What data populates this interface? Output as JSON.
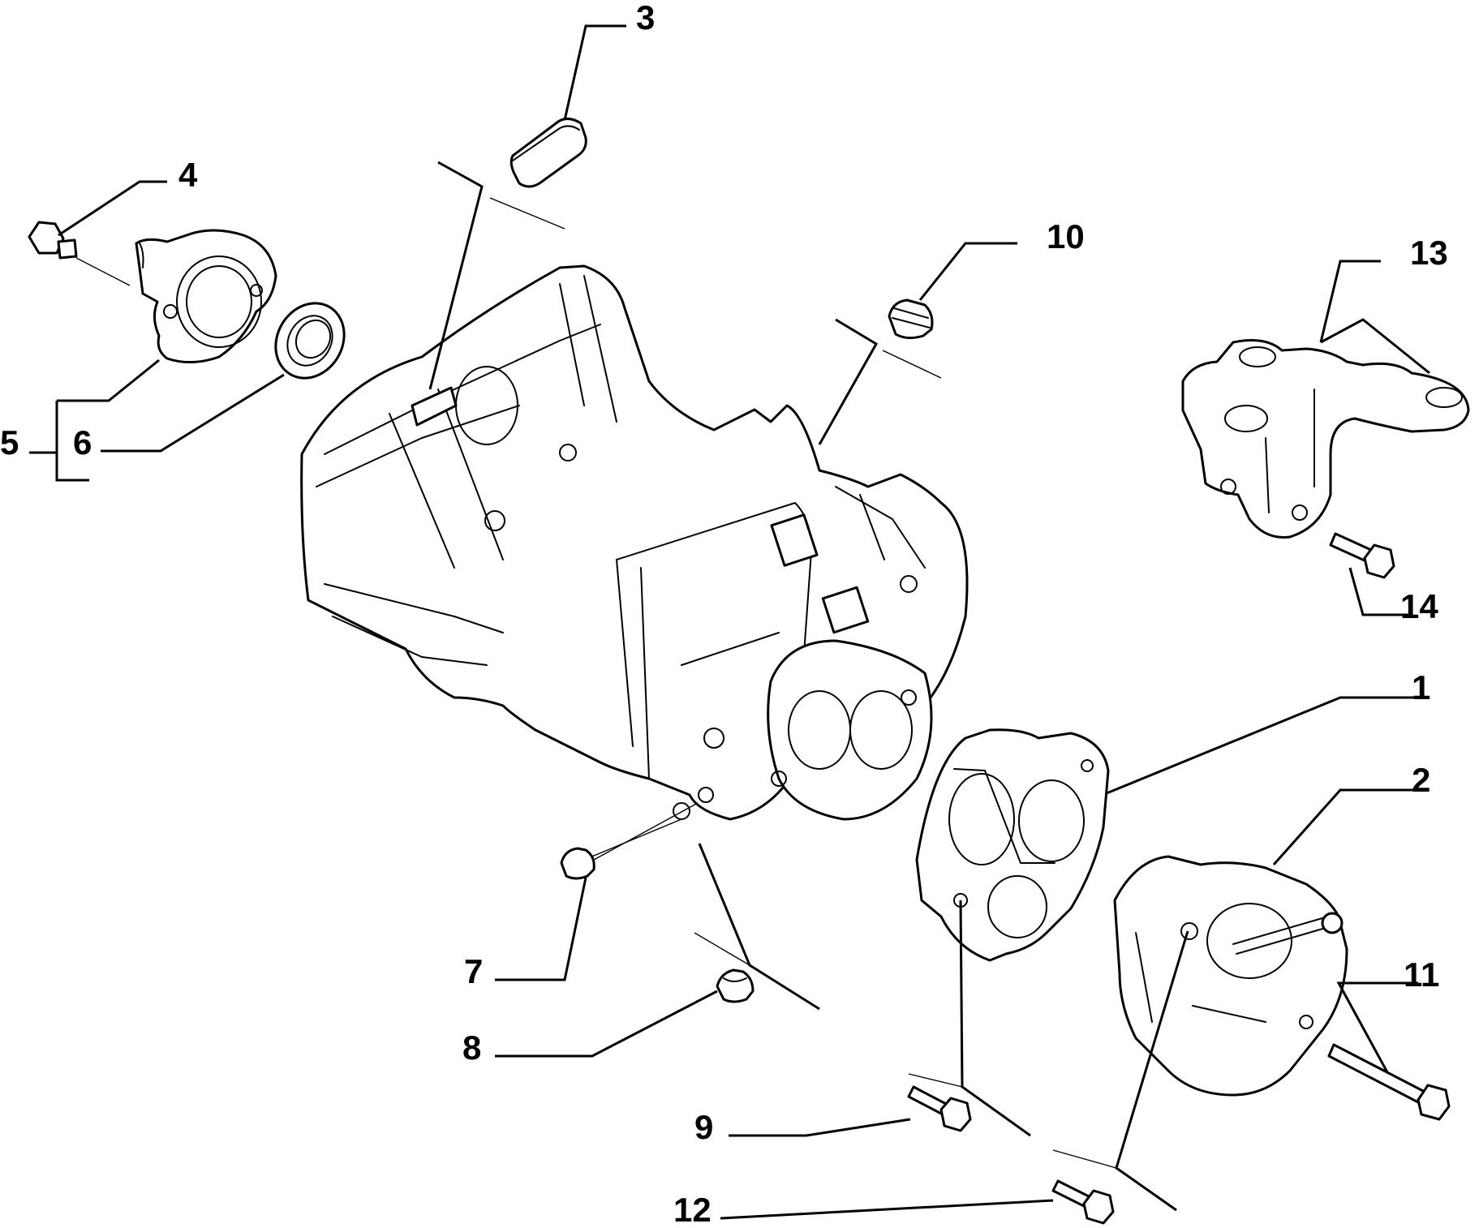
{
  "colors": {
    "line": "#000000",
    "background": "#ffffff"
  },
  "callouts": [
    {
      "id": "1",
      "label": "1"
    },
    {
      "id": "2",
      "label": "2"
    },
    {
      "id": "3",
      "label": "3"
    },
    {
      "id": "4",
      "label": "4"
    },
    {
      "id": "5",
      "label": "5"
    },
    {
      "id": "6",
      "label": "6"
    },
    {
      "id": "7",
      "label": "7"
    },
    {
      "id": "8",
      "label": "8"
    },
    {
      "id": "9",
      "label": "9"
    },
    {
      "id": "10",
      "label": "10"
    },
    {
      "id": "11",
      "label": "11"
    },
    {
      "id": "12",
      "label": "12"
    },
    {
      "id": "13",
      "label": "13"
    },
    {
      "id": "14",
      "label": "14"
    }
  ]
}
